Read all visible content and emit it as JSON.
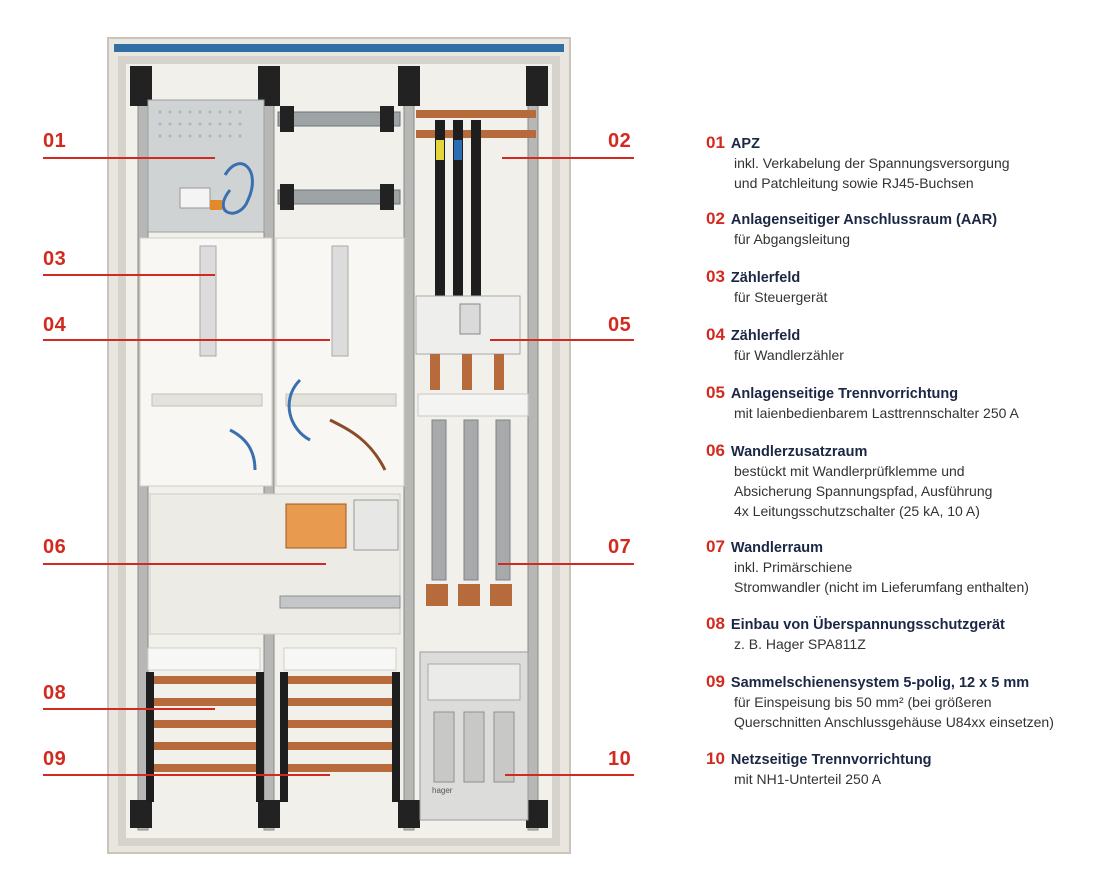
{
  "callouts": [
    {
      "num": "01"
    },
    {
      "num": "02"
    },
    {
      "num": "03"
    },
    {
      "num": "04"
    },
    {
      "num": "05"
    },
    {
      "num": "06"
    },
    {
      "num": "07"
    },
    {
      "num": "08"
    },
    {
      "num": "09"
    },
    {
      "num": "10"
    }
  ],
  "legend": [
    {
      "num": "01",
      "title": "APZ",
      "lines": [
        "inkl. Verkabelung der Spannungsversorgung",
        "und Patchleitung sowie RJ45-Buchsen"
      ]
    },
    {
      "num": "02",
      "title": "Anlagenseitiger Anschlussraum (AAR)",
      "lines": [
        "für Abgangsleitung"
      ]
    },
    {
      "num": "03",
      "title": "Zählerfeld",
      "lines": [
        "für Steuergerät"
      ]
    },
    {
      "num": "04",
      "title": "Zählerfeld",
      "lines": [
        "für Wandlerzähler"
      ]
    },
    {
      "num": "05",
      "title": "Anlagenseitige Trennvorrichtung",
      "lines": [
        "mit laienbedienbarem Lasttrennschalter 250 A"
      ]
    },
    {
      "num": "06",
      "title": "Wandlerzusatzraum",
      "lines": [
        "bestückt mit Wandlerprüfklemme und",
        "Absicherung Spannungspfad, Ausführung",
        "4x Leitungsschutzschalter (25 kA, 10 A)"
      ]
    },
    {
      "num": "07",
      "title": "Wandlerraum",
      "lines": [
        "inkl. Primärschiene",
        "Stromwandler (nicht im Lieferumfang enthalten)"
      ]
    },
    {
      "num": "08",
      "title": "Einbau von Überspannungsschutzgerät",
      "lines": [
        "z. B. Hager SPA811Z"
      ]
    },
    {
      "num": "09",
      "title": "Sammelschienensystem 5-polig, 12 x 5 mm",
      "lines": [
        "für Einspeisung bis 50 mm² (bei größeren",
        "Querschnitten Anschlussgehäuse U84xx einsetzen)"
      ]
    },
    {
      "num": "10",
      "title": "Netzseitige Trennvorrichtung",
      "lines": [
        "mit NH1-Unterteil 250 A"
      ]
    }
  ],
  "device_label": "hager",
  "colors": {
    "accent": "#d32a1f",
    "title": "#1b2744",
    "text": "#333333"
  }
}
